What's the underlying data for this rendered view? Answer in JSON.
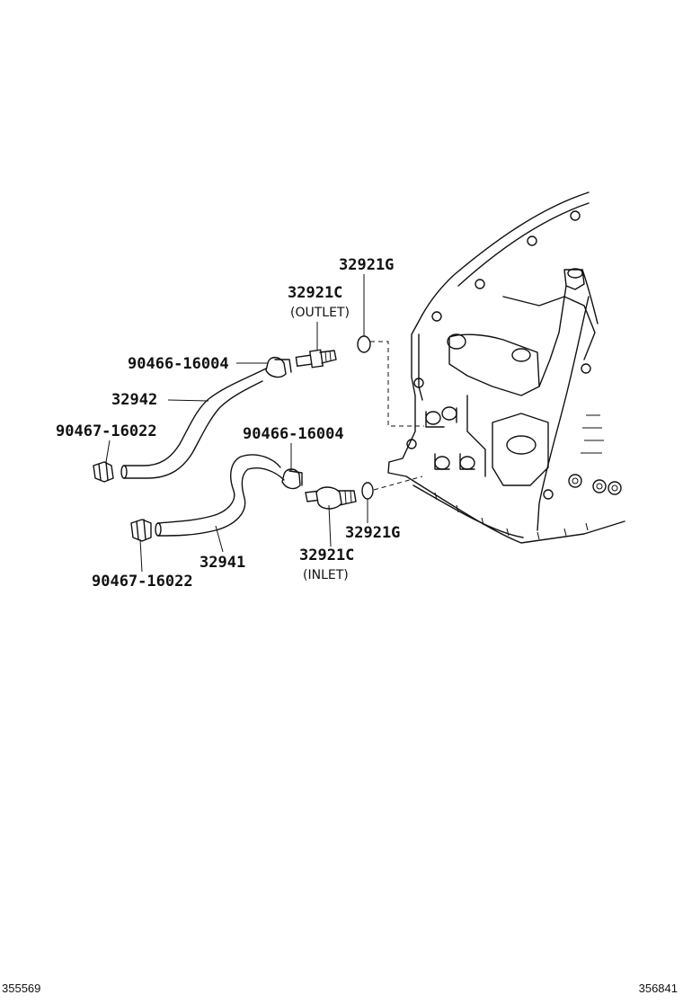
{
  "labels": {
    "grommet_outlet": "32921G",
    "union_outlet": "32921C",
    "union_outlet_note": "(OUTLET)",
    "clip_upper": "90466-16004",
    "hose_outlet": "32942",
    "clamp_upper": "90467-16022",
    "clip_lower": "90466-16004",
    "grommet_inlet": "32921G",
    "hose_inlet": "32941",
    "union_inlet": "32921C",
    "union_inlet_note": "(INLET)",
    "clamp_lower": "90467-16022"
  },
  "footer": {
    "left_id": "355569",
    "right_id": "356841"
  }
}
